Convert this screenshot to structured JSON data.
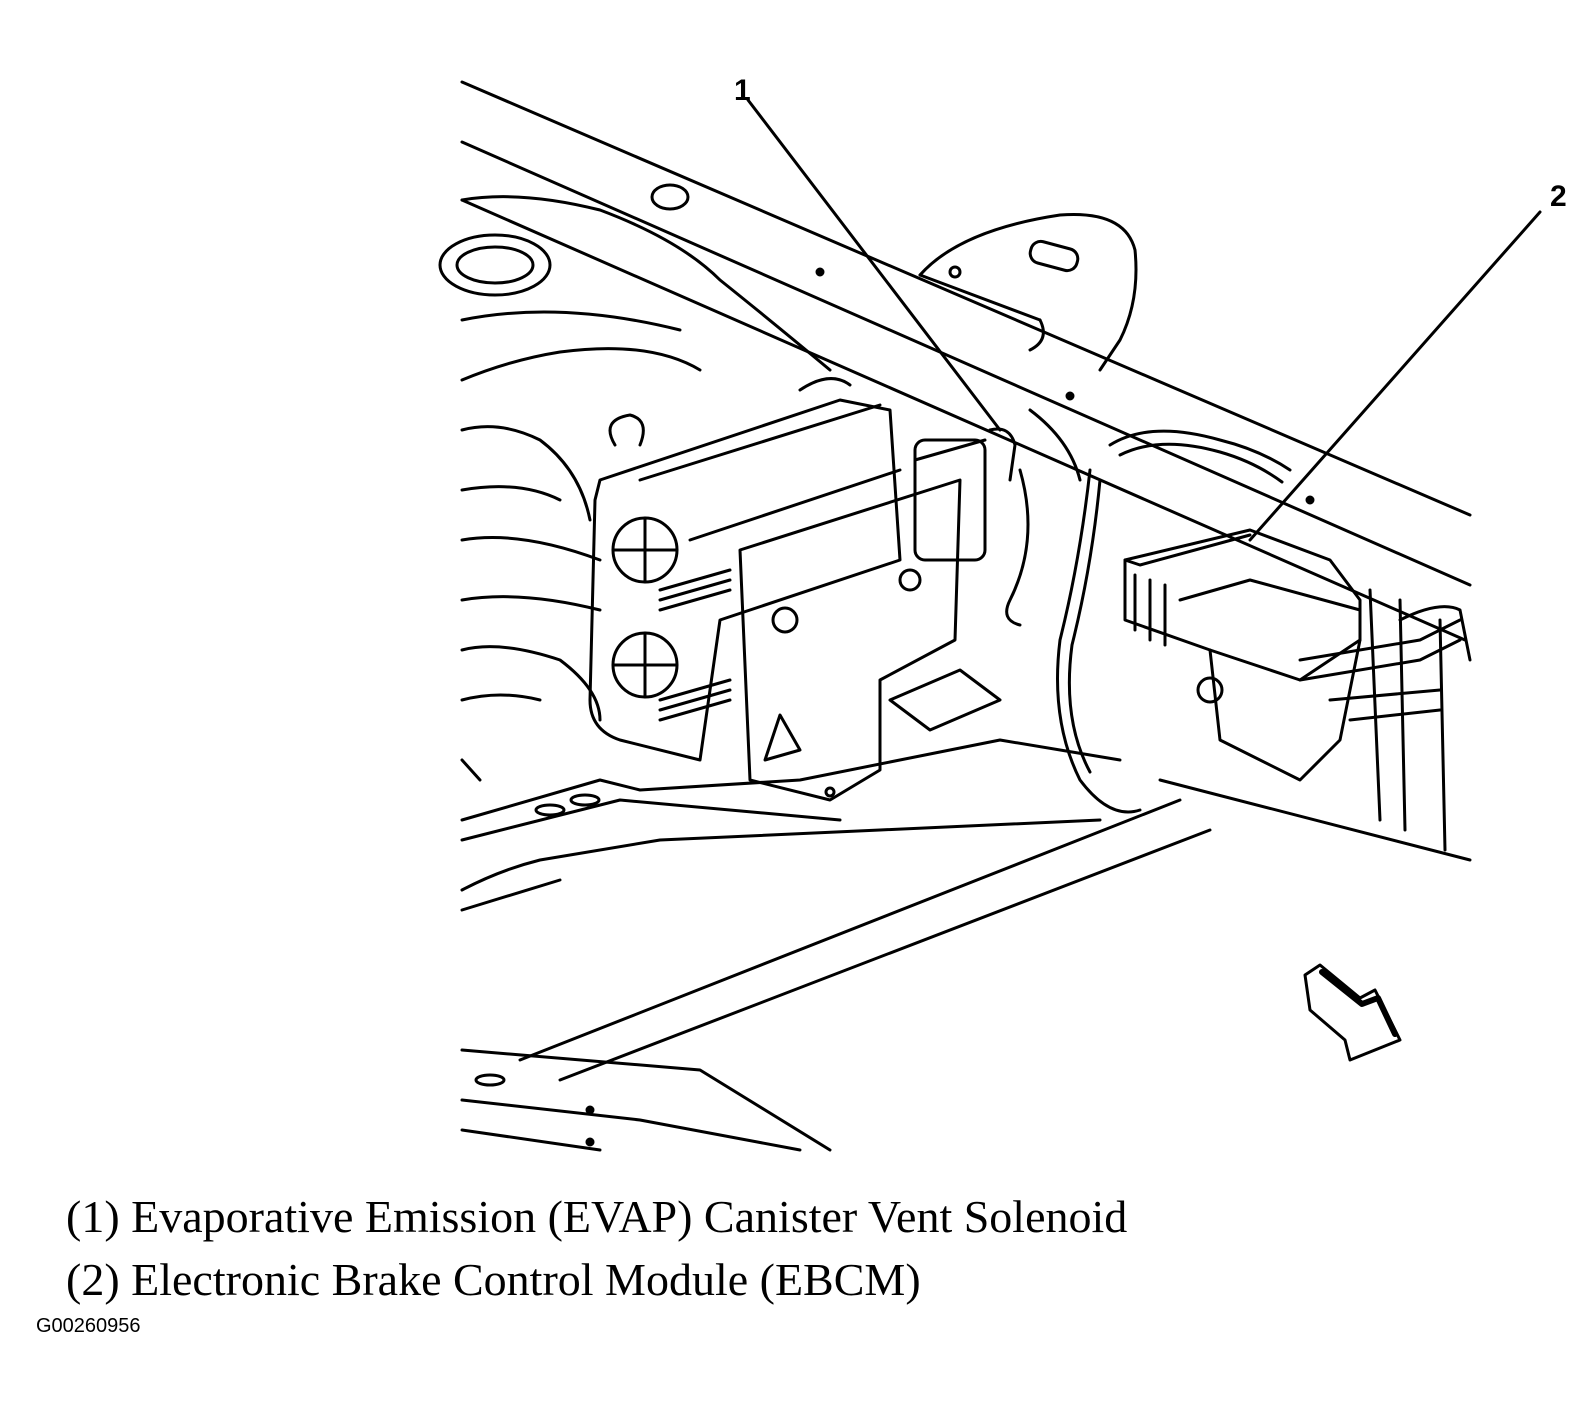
{
  "callouts": [
    {
      "number": "1"
    },
    {
      "number": "2"
    }
  ],
  "legend": [
    {
      "text": "(1) Evaporative Emission (EVAP) Canister Vent Solenoid"
    },
    {
      "text": "(2) Electronic Brake Control Module (EBCM)"
    }
  ],
  "figure_id": "G00260956"
}
